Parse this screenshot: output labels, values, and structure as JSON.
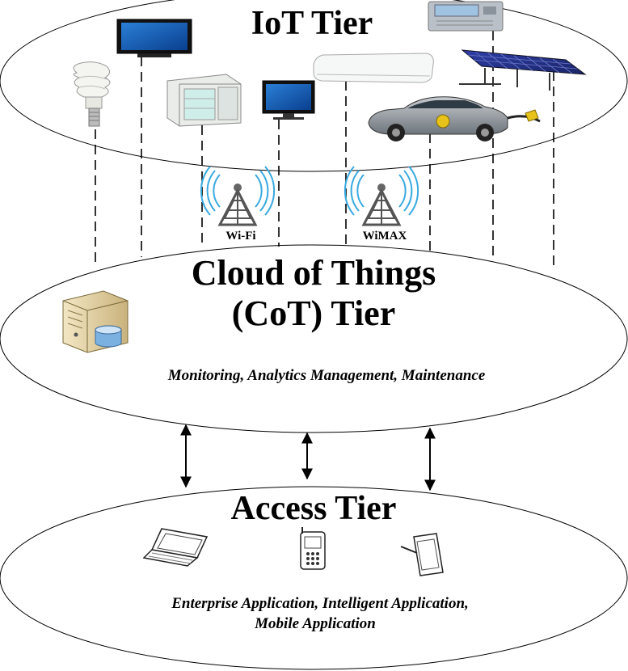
{
  "iot_tier": {
    "title": "IoT Tier"
  },
  "cot_tier": {
    "title_line1": "Cloud of Things",
    "title_line2": "(CoT) Tier",
    "subtitle": "Monitoring, Analytics Management, Maintenance"
  },
  "access_tier": {
    "title": "Access Tier",
    "subtitle_line1": "Enterprise Application, Intelligent Application,",
    "subtitle_line2": "Mobile Application"
  },
  "towers": [
    {
      "label": "Wi-Fi"
    },
    {
      "label": "WiMAX"
    }
  ],
  "icons": {
    "iot": [
      "light-bulb-icon",
      "flat-tv-icon",
      "refrigerator-icon",
      "monitor-icon",
      "air-conditioner-icon",
      "smart-meter-icon",
      "solar-panel-icon",
      "electric-car-icon"
    ],
    "cot": [
      "server-database-icon"
    ],
    "access": [
      "laptop-icon",
      "mobile-phone-icon",
      "tablet-icon"
    ]
  }
}
